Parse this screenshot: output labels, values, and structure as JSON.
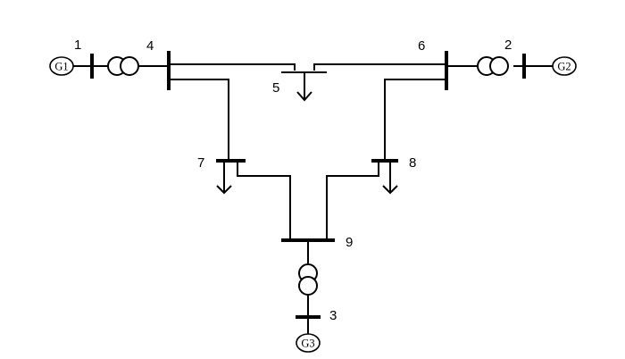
{
  "generators": [
    {
      "id": "G1",
      "label": "G1"
    },
    {
      "id": "G2",
      "label": "G2"
    },
    {
      "id": "G3",
      "label": "G3"
    }
  ],
  "buses": [
    "1",
    "2",
    "3",
    "4",
    "5",
    "6",
    "7",
    "8",
    "9"
  ]
}
